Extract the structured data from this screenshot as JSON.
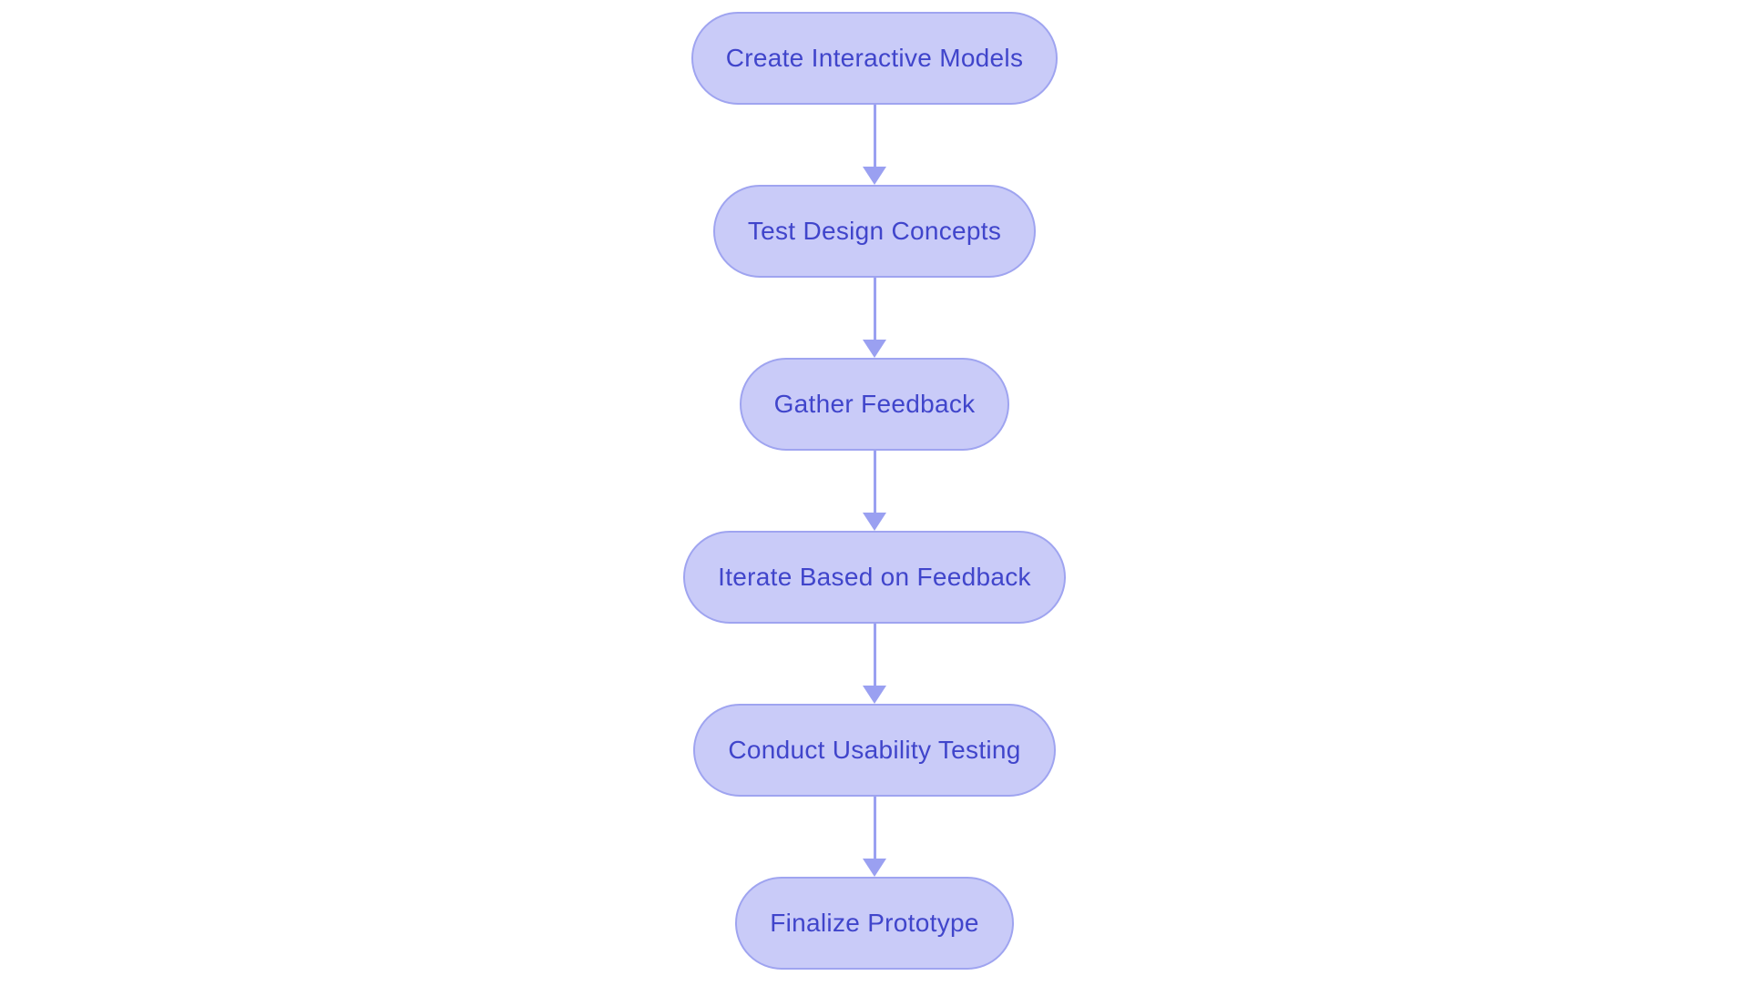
{
  "diagram": {
    "type": "flowchart",
    "direction": "top-down"
  },
  "nodes": [
    {
      "label": "Create Interactive Models"
    },
    {
      "label": "Test Design Concepts"
    },
    {
      "label": "Gather Feedback"
    },
    {
      "label": "Iterate Based on Feedback"
    },
    {
      "label": "Conduct Usability Testing"
    },
    {
      "label": "Finalize Prototype"
    }
  ],
  "edges": [
    {
      "from": "Create Interactive Models",
      "to": "Test Design Concepts"
    },
    {
      "from": "Test Design Concepts",
      "to": "Gather Feedback"
    },
    {
      "from": "Gather Feedback",
      "to": "Iterate Based on Feedback"
    },
    {
      "from": "Iterate Based on Feedback",
      "to": "Conduct Usability Testing"
    },
    {
      "from": "Conduct Usability Testing",
      "to": "Finalize Prototype"
    }
  ],
  "colors": {
    "background": "#ffffff",
    "node_fill": "#c9cbf8",
    "node_border": "#9fa4f0",
    "node_text": "#4045cb",
    "arrow": "#9aa0f1"
  }
}
